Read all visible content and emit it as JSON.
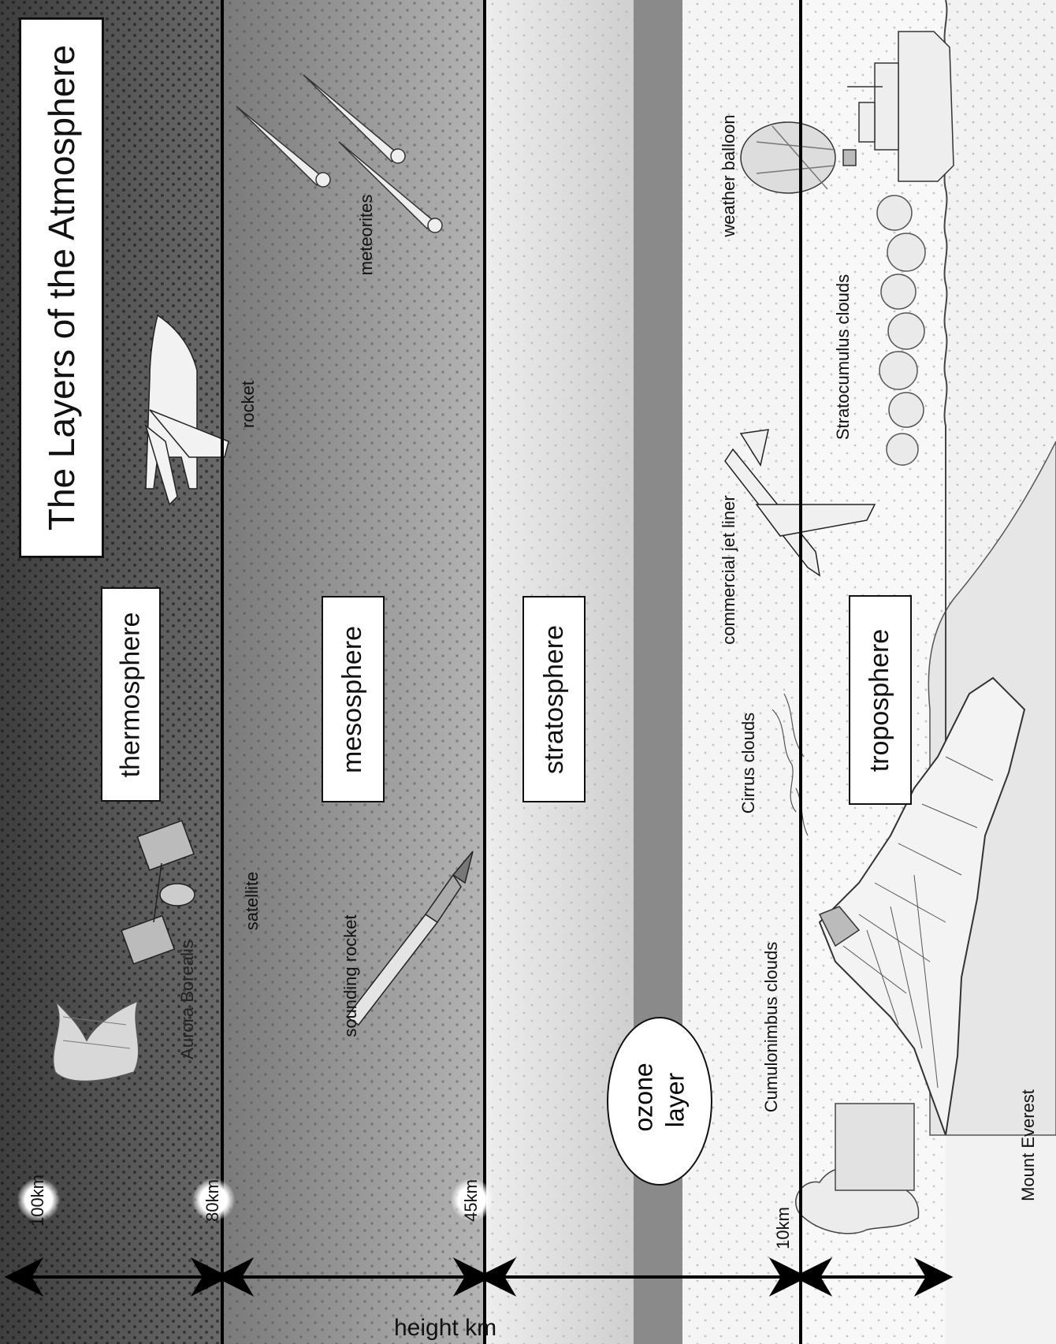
{
  "title": "The Layers of the Atmosphere",
  "axis_label": "height km",
  "boundaries": [
    "100km",
    "80km",
    "45km",
    "10km"
  ],
  "layers": [
    {
      "name": "thermosphere",
      "color": "#5a5a5a"
    },
    {
      "name": "mesosphere",
      "color": "#8e8e8e"
    },
    {
      "name": "stratosphere",
      "color": "#dcdcdc"
    },
    {
      "name": "troposphere",
      "color": "#f4f4f4"
    }
  ],
  "ozone_label_line1": "ozone",
  "ozone_label_line2": "layer",
  "objects": {
    "aurora": "Aurora Borealis",
    "satellite": "satellite",
    "rocket": "rocket",
    "meteorites": "meteorites",
    "sounding_rocket": "sounding rocket",
    "cumulonimbus": "Cumulonimbus clouds",
    "cirrus": "Cirrus clouds",
    "jet": "commercial jet liner",
    "balloon": "weather balloon",
    "stratocumulus": "Stratocumulus clouds",
    "everest": "Mount Everest"
  }
}
